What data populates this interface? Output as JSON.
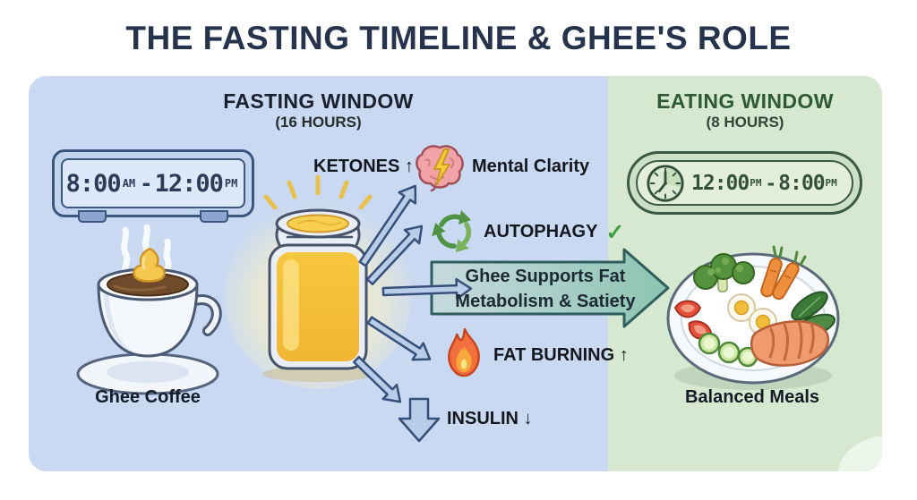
{
  "title": "THE FASTING TIMELINE & GHEE'S ROLE",
  "colors": {
    "title_text": "#26334d",
    "fasting_panel_bg": "#c9d9f2",
    "eating_panel_bg": "#d6e8cf",
    "fasting_heading_text": "#1b212c",
    "eating_heading_text": "#2d5a33",
    "small_arrow_fill": "#b9cde8",
    "small_arrow_stroke": "#35507a",
    "main_arrow_fill_start": "#c7dade",
    "main_arrow_fill_end": "#8cc4b0",
    "main_arrow_stroke": "#2e5f5e",
    "check_green": "#3f9e3f",
    "ghee_yellow": "#f6c63e"
  },
  "fasting_window": {
    "heading": "FASTING WINDOW",
    "subheading": "(16 HOURS)",
    "clock": {
      "start_time": "8:00",
      "start_period": "AM",
      "separator": "-",
      "end_time": "12:00",
      "end_period": "PM"
    },
    "coffee_label": "Ghee Coffee"
  },
  "eating_window": {
    "heading": "EATING WINDOW",
    "subheading": "(8 HOURS)",
    "clock": {
      "start_time": "12:00",
      "start_period": "PM",
      "separator": "-",
      "end_time": "8:00",
      "end_period": "PM"
    },
    "meals_label": "Balanced Meals"
  },
  "benefits": {
    "ketones_label": "KETONES ↑",
    "mental_clarity_label": "Mental Clarity",
    "autophagy_label": "AUTOPHAGY",
    "autophagy_check": "✓",
    "main_arrow_line1": "Ghee Supports Fat",
    "main_arrow_line2": "Metabolism & Satiety",
    "fat_burning_label": "FAT BURNING ↑",
    "insulin_label": "INSULIN ↓"
  }
}
